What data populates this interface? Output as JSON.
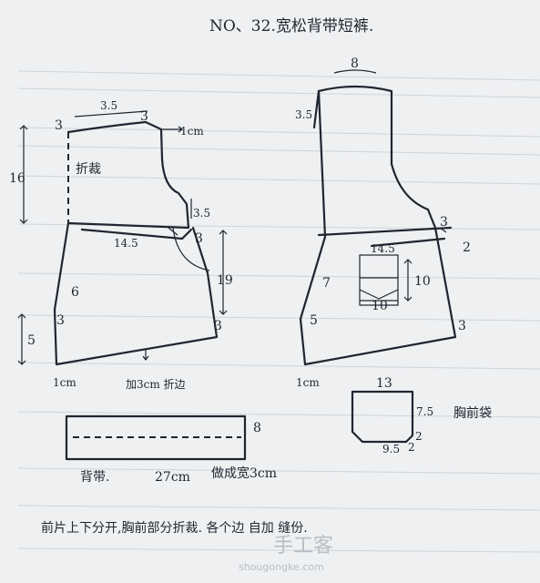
{
  "title": "NO、32.宽松背带短裤.",
  "front_piece": {
    "neck_width": "3.5",
    "top_left_3": "3",
    "top_right_3": "3",
    "extend_1cm": "1cm",
    "height_16": "16",
    "fold_label": "折裁",
    "side_3_5": "3.5",
    "waist_14_5": "14.5",
    "side_3": "3",
    "height_19": "19",
    "leg_6": "6",
    "hip_3": "3",
    "crotch_5": "5",
    "hem_3": "3",
    "bottom_1cm": "1cm",
    "hem_note": "加3cm 折边"
  },
  "back_piece": {
    "top_width_8": "8",
    "top_3_5": "3.5",
    "side_3": "3",
    "waist_14_5": "14.5",
    "side_2": "2",
    "pocket_height_10": "10",
    "pocket_width_10": "10",
    "leg_7": "7",
    "crotch_5": "5",
    "hem_3": "3",
    "bottom_1cm": "1cm"
  },
  "pocket": {
    "width_13": "13",
    "height_7_5": "7.5",
    "corner_2a": "2",
    "corner_2b": "2",
    "bottom_9_5": "9.5",
    "label": "胸前袋"
  },
  "strap": {
    "height_8": "8",
    "label": "背带.",
    "length": "27cm",
    "note": "做成宽3cm"
  },
  "footer_note": "前片上下分开,胸前部分折裁. 各个边 自加 缝份.",
  "watermark": {
    "brand": "手工客",
    "url": "shougongke.com"
  }
}
